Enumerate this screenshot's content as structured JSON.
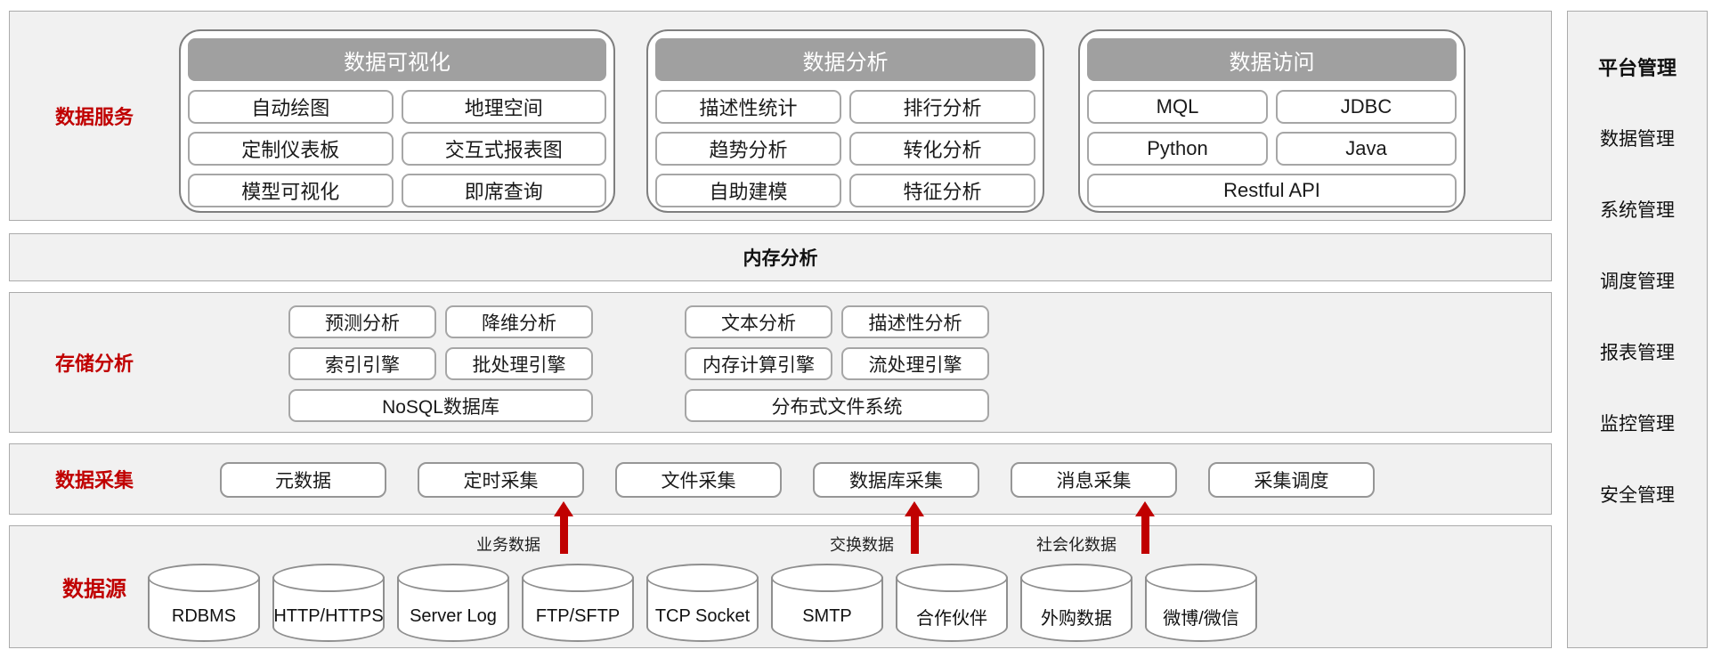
{
  "palette": {
    "accent_red": "#C00000",
    "header_gray": "#A0A0A0",
    "panel_bg": "#F1F1F1",
    "box_border": "#A6A6A6"
  },
  "service": {
    "label": "数据服务",
    "groups": [
      {
        "title": "数据可视化",
        "items": [
          "自动绘图",
          "地理空间",
          "定制仪表板",
          "交互式报表图",
          "模型可视化",
          "即席查询"
        ]
      },
      {
        "title": "数据分析",
        "items": [
          "描述性统计",
          "排行分析",
          "趋势分析",
          "转化分析",
          "自助建模",
          "特征分析"
        ]
      },
      {
        "title": "数据访问",
        "items": [
          "MQL",
          "JDBC",
          "Python",
          "Java"
        ],
        "wide_item": "Restful API"
      }
    ]
  },
  "band": {
    "label": "内存分析"
  },
  "storage": {
    "label": "存储分析",
    "left_items": [
      "预测分析",
      "降维分析",
      "索引引擎",
      "批处理引擎"
    ],
    "left_wide": "NoSQL数据库",
    "right_items": [
      "文本分析",
      "描述性分析",
      "内存计算引擎",
      "流处理引擎"
    ],
    "right_wide": "分布式文件系统"
  },
  "collection": {
    "label": "数据采集",
    "items": [
      "元数据",
      "定时采集",
      "文件采集",
      "数据库采集",
      "消息采集",
      "采集调度"
    ]
  },
  "sources": {
    "label": "数据源",
    "items": [
      "RDBMS",
      "HTTP/HTTPS",
      "Server Log",
      "FTP/SFTP",
      "TCP Socket",
      "SMTP",
      "合作伙伴",
      "外购数据",
      "微博/微信"
    ],
    "flow_labels": [
      "业务数据",
      "交换数据",
      "社会化数据"
    ]
  },
  "platform": {
    "title": "平台管理",
    "items": [
      "数据管理",
      "系统管理",
      "调度管理",
      "报表管理",
      "监控管理",
      "安全管理"
    ]
  }
}
